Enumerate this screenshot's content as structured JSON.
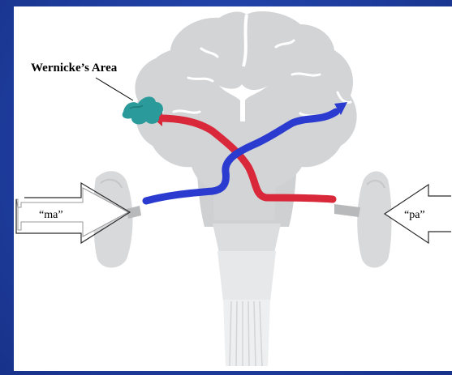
{
  "labels": {
    "area": "Wernicke’s Area",
    "left_sound": "“ma”",
    "right_sound": "“pa”"
  },
  "colors": {
    "slide_background": "#1f3ea0",
    "panel": "#ffffff",
    "brain": "#d2d3d5",
    "brain_light": "#e3e4e6",
    "wernicke_area": "#2a9a9a",
    "pathway_red": "#d8283a",
    "pathway_blue": "#2b3bd0"
  }
}
